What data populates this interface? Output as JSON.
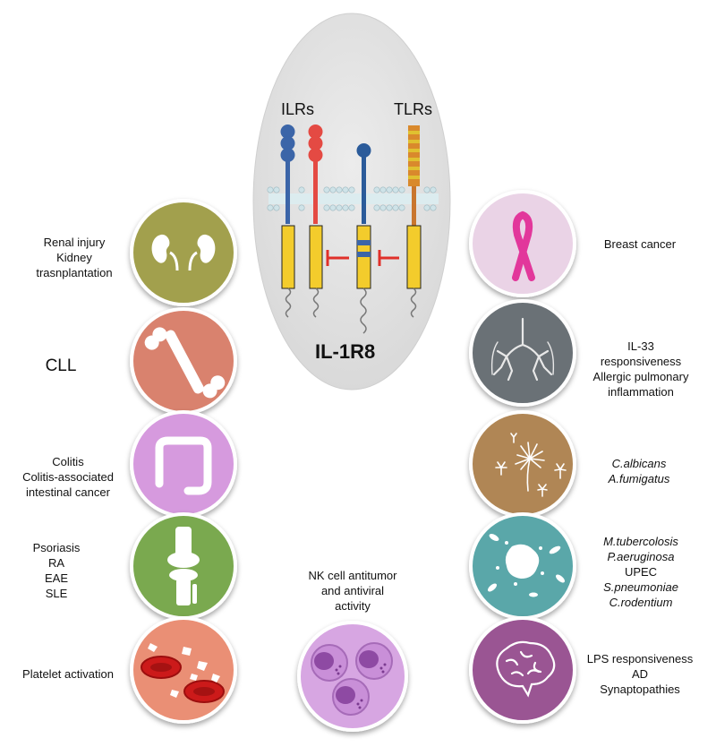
{
  "central": {
    "ilrs_label": "ILRs",
    "tlrs_label": "TLRs",
    "title": "IL-1R8"
  },
  "left": {
    "renal": [
      "Renal injury",
      "Kidney",
      "trasnplantation"
    ],
    "cll": [
      "CLL"
    ],
    "colitis": [
      "Colitis",
      "Colitis-associated",
      "intestinal cancer"
    ],
    "psoriasis": [
      "Psoriasis",
      "RA",
      "EAE",
      "SLE"
    ],
    "platelet": [
      "Platelet activation"
    ]
  },
  "center_bottom": {
    "nk": [
      "NK cell antitumor",
      "and antiviral",
      "activity"
    ]
  },
  "right": {
    "breast": [
      "Breast cancer"
    ],
    "il33": [
      "IL-33",
      "responsiveness",
      "Allergic pulmonary",
      "inflammation"
    ],
    "fungi": [
      "C.albicans",
      "A.fumigatus"
    ],
    "bacteria": [
      "M.tubercolosis",
      "P.aeruginosa",
      "UPEC",
      "S.pneumoniae",
      "C.rodentium"
    ],
    "lps": [
      "LPS responsiveness",
      "AD",
      "Synaptopathies"
    ]
  },
  "colors": {
    "ellipse": "#e3e3e3",
    "kidney_circle": "#a2a04e",
    "bone_circle": "#d9826e",
    "colon_circle": "#d69ade",
    "knee_circle": "#7aa950",
    "platelet_circle": "#ea8f74",
    "nk_circle": "#d7a6e2",
    "ribbon_circle": "#ead3e6",
    "lung_circle": "#6b7176",
    "fungi_circle": "#b08654",
    "bacteria_circle": "#5aa7a9",
    "brain_circle": "#9a5493",
    "ilr_blue": "#3b65a8",
    "ilr_red": "#e44a43",
    "receptor_yellow": "#f3cc2c",
    "tlr_orange": "#d9892c",
    "inhibit_red": "#e0302a"
  },
  "icons": [
    "kidney-icon",
    "bone-icon",
    "colon-icon",
    "knee-icon",
    "platelet-icon",
    "nk-cell-icon",
    "ribbon-icon",
    "lung-icon",
    "fungi-icon",
    "bacteria-icon",
    "brain-icon"
  ]
}
